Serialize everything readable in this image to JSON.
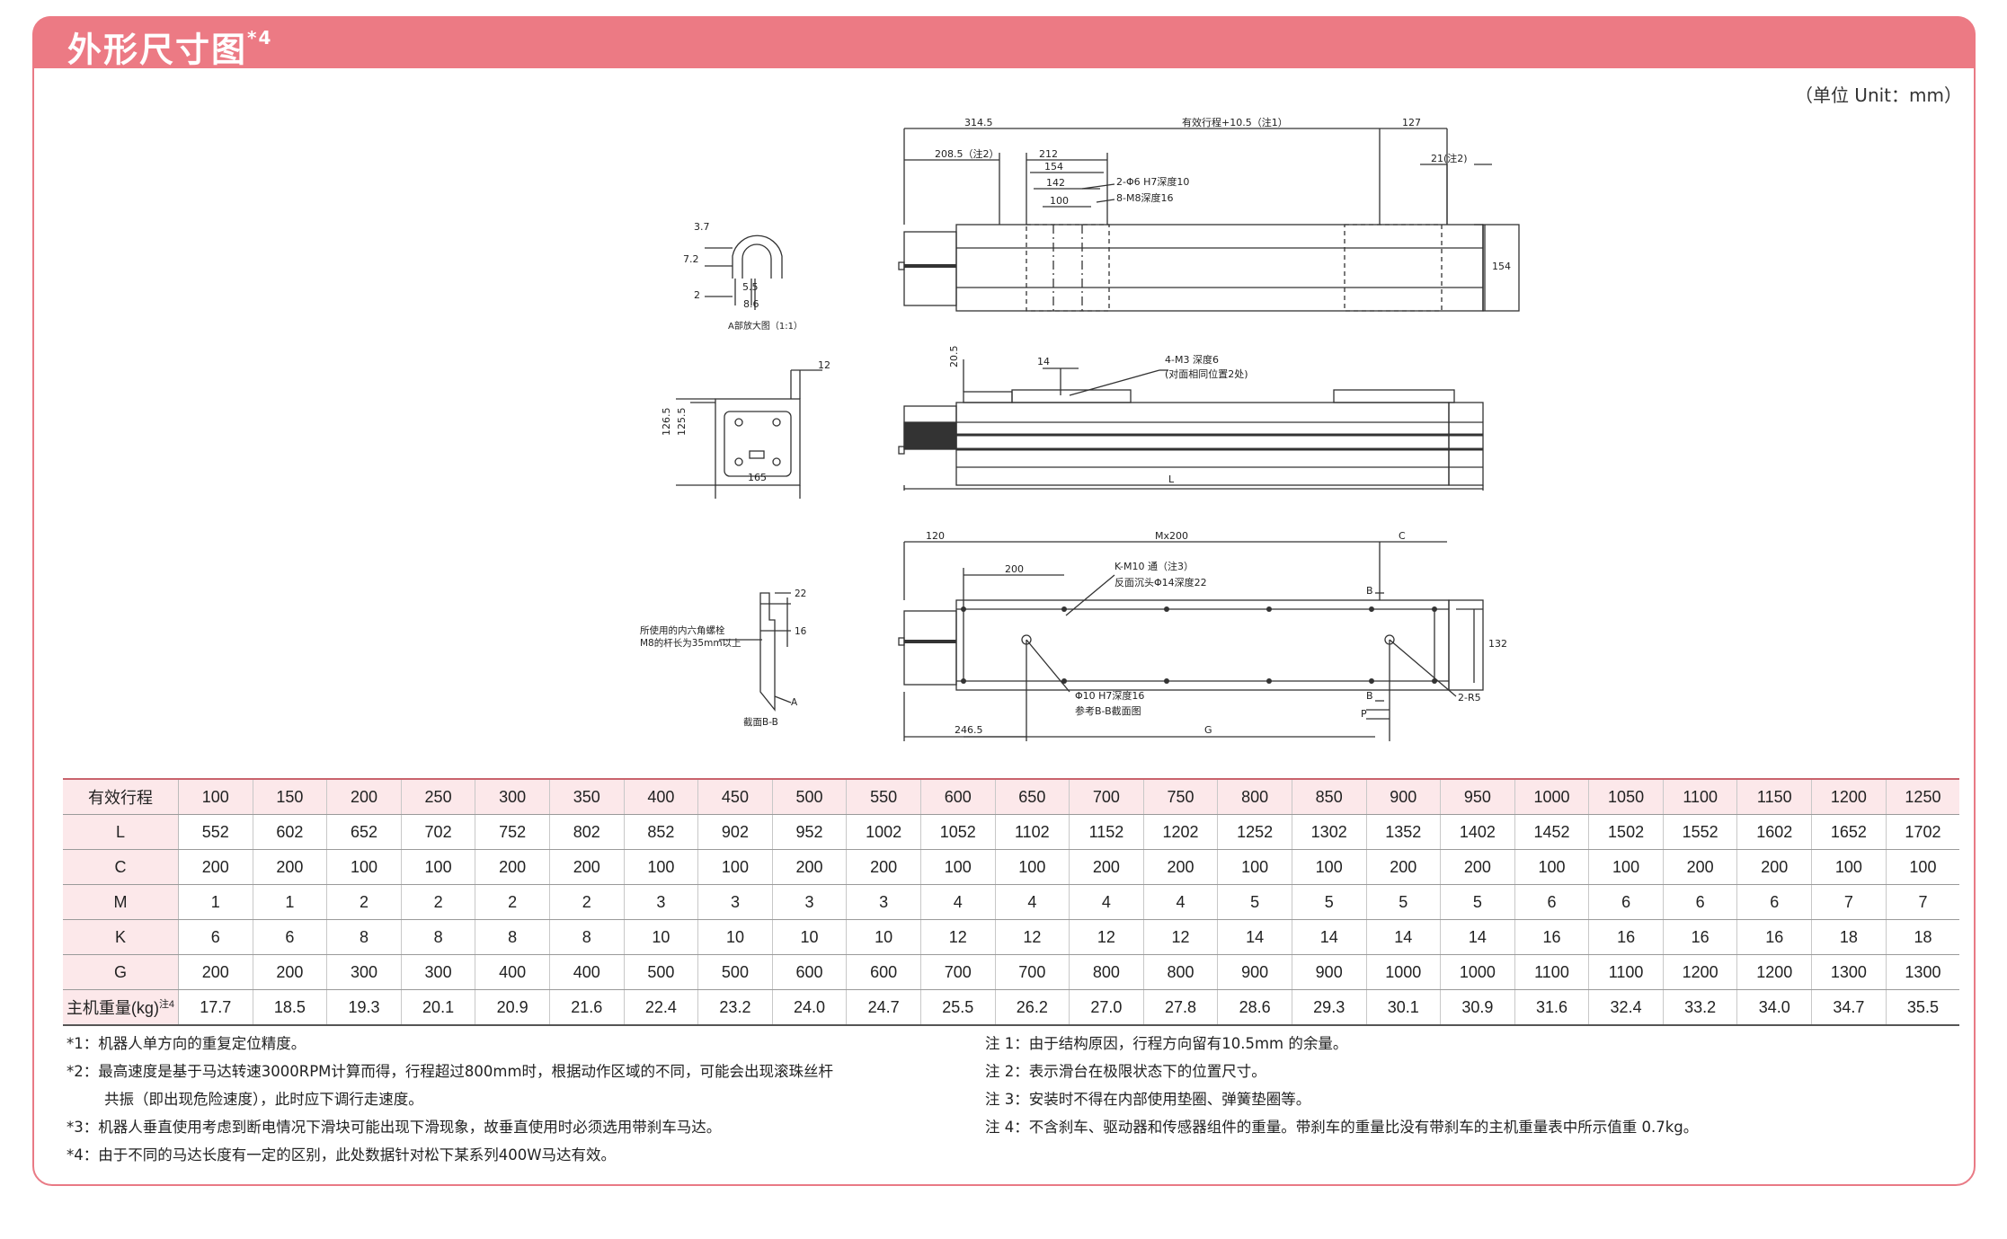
{
  "header": {
    "title": "外形尺寸图",
    "title_sup": "*4"
  },
  "unit_label": "（单位 Unit：mm）",
  "drawing": {
    "top_view": {
      "dim_3145": "314.5",
      "dim_effective": "有效行程+10.5（注1）",
      "dim_127": "127",
      "dim_2085": "208.5（注2）",
      "dim_212": "212",
      "dim_154a": "154",
      "dim_142": "142",
      "dim_100": "100",
      "dim_21": "21(注2)",
      "dim_154b": "154",
      "note_hole": "2-Φ6 H7深度10",
      "note_tap": "8-M8深度16"
    },
    "detail_a": {
      "dim_37": "3.7",
      "dim_72": "7.2",
      "dim_2": "2",
      "dim_55": "5.5",
      "dim_86": "8.6",
      "caption": "A部放大图（1:1）"
    },
    "side_view": {
      "dim_205": "20.5",
      "dim_14": "14",
      "note_m3": "4-M3 深度6",
      "note_m3_sub": "(对面相同位置2处)",
      "dim_L": "L"
    },
    "end_view": {
      "dim_12": "12",
      "dim_1265": "126.5",
      "dim_1255": "125.5",
      "dim_165": "165"
    },
    "bottom_view": {
      "dim_120": "120",
      "dim_mx200": "Mx200",
      "dim_C": "C",
      "dim_200": "200",
      "note_km10": "K-M10 通（注3）",
      "note_km10_sub": "反面沉头Φ14深度22",
      "label_b_top": "B",
      "label_b_bottom": "B",
      "dim_132": "132",
      "note_hole10": "Φ10 H7深度16",
      "note_hole10_sub": "参考B-B截面图",
      "note_r5": "2-R5",
      "dim_2465": "246.5",
      "dim_G": "G",
      "dim_p": "P"
    },
    "section_bb": {
      "dim_22": "22",
      "dim_16": "16",
      "note_bolt1": "所使用的内六角螺栓",
      "note_bolt2": "M8的杆长为35mm以上",
      "label_a": "A",
      "caption": "截面B-B"
    }
  },
  "table": {
    "rows": [
      {
        "label": "有效行程",
        "values": [
          "100",
          "150",
          "200",
          "250",
          "300",
          "350",
          "400",
          "450",
          "500",
          "550",
          "600",
          "650",
          "700",
          "750",
          "800",
          "850",
          "900",
          "950",
          "1000",
          "1050",
          "1100",
          "1150",
          "1200",
          "1250"
        ]
      },
      {
        "label": "L",
        "values": [
          "552",
          "602",
          "652",
          "702",
          "752",
          "802",
          "852",
          "902",
          "952",
          "1002",
          "1052",
          "1102",
          "1152",
          "1202",
          "1252",
          "1302",
          "1352",
          "1402",
          "1452",
          "1502",
          "1552",
          "1602",
          "1652",
          "1702"
        ]
      },
      {
        "label": "C",
        "values": [
          "200",
          "200",
          "100",
          "100",
          "200",
          "200",
          "100",
          "100",
          "200",
          "200",
          "100",
          "100",
          "200",
          "200",
          "100",
          "100",
          "200",
          "200",
          "100",
          "100",
          "200",
          "200",
          "100",
          "100"
        ]
      },
      {
        "label": "M",
        "values": [
          "1",
          "1",
          "2",
          "2",
          "2",
          "2",
          "3",
          "3",
          "3",
          "3",
          "4",
          "4",
          "4",
          "4",
          "5",
          "5",
          "5",
          "5",
          "6",
          "6",
          "6",
          "6",
          "7",
          "7"
        ]
      },
      {
        "label": "K",
        "values": [
          "6",
          "6",
          "8",
          "8",
          "8",
          "8",
          "10",
          "10",
          "10",
          "10",
          "12",
          "12",
          "12",
          "12",
          "14",
          "14",
          "14",
          "14",
          "16",
          "16",
          "16",
          "16",
          "18",
          "18"
        ]
      },
      {
        "label": "G",
        "values": [
          "200",
          "200",
          "300",
          "300",
          "400",
          "400",
          "500",
          "500",
          "600",
          "600",
          "700",
          "700",
          "800",
          "800",
          "900",
          "900",
          "1000",
          "1000",
          "1100",
          "1100",
          "1200",
          "1200",
          "1300",
          "1300"
        ]
      },
      {
        "label": "主机重量(kg)",
        "label_sup": "注4",
        "values": [
          "17.7",
          "18.5",
          "19.3",
          "20.1",
          "20.9",
          "21.6",
          "22.4",
          "23.2",
          "24.0",
          "24.7",
          "25.5",
          "26.2",
          "27.0",
          "27.8",
          "28.6",
          "29.3",
          "30.1",
          "30.9",
          "31.6",
          "32.4",
          "33.2",
          "34.0",
          "34.7",
          "35.5"
        ]
      }
    ]
  },
  "notes_left": [
    "*1：机器人单方向的重复定位精度。",
    "*2：最高速度是基于马达转速3000RPM计算而得，行程超过800mm时，根据动作区域的不同，可能会出现滚珠丝杆",
    "        共振（即出现危险速度），此时应下调行走速度。",
    "*3：机器人垂直使用考虑到断电情况下滑块可能出现下滑现象，故垂直使用时必须选用带刹车马达。",
    "*4：由于不同的马达长度有一定的区别，此处数据针对松下某系列400W马达有效。"
  ],
  "notes_right": [
    "注 1：由于结构原因，行程方向留有10.5mm 的余量。",
    "注 2：表示滑台在极限状态下的位置尺寸。",
    "注 3：安装时不得在内部使用垫圈、弹簧垫圈等。",
    "注 4：不含刹车、驱动器和传感器组件的重量。带刹车的重量比没有带刹车的主机重量表中所示值重 0.7kg。"
  ]
}
